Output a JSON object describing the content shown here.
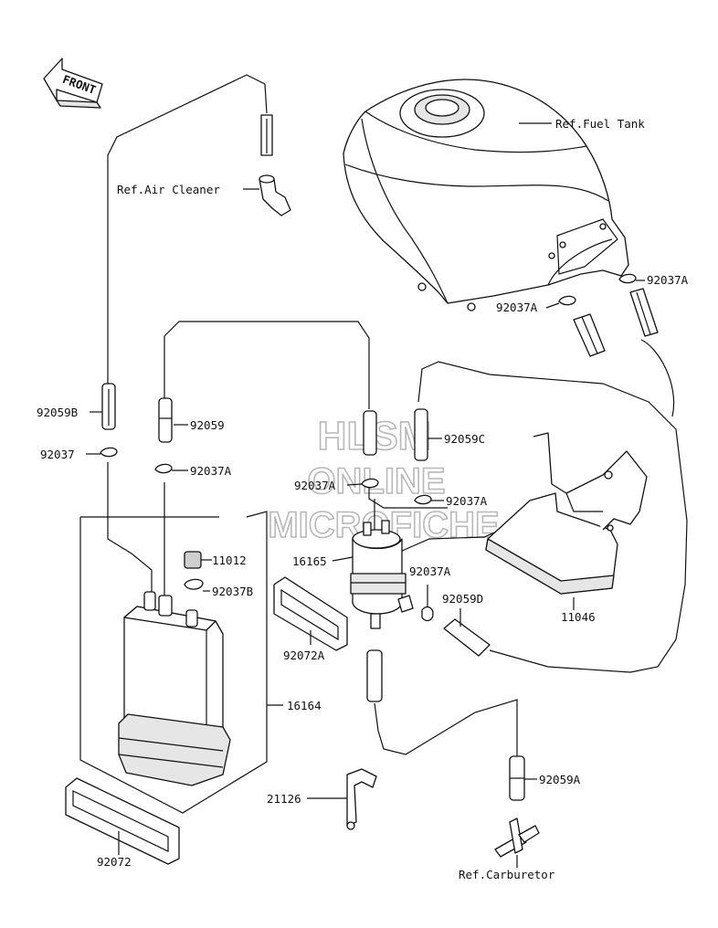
{
  "front_arrow": {
    "label": "FRONT"
  },
  "watermark": {
    "line1": "HLSM",
    "line2": "ONLINE",
    "line3": "MICROFICHE"
  },
  "labels": {
    "ref_fuel_tank": "Ref.Fuel Tank",
    "ref_air_cleaner": "Ref.Air Cleaner",
    "ref_carburetor": "Ref.Carburetor",
    "p92037A_tank_right": "92037A",
    "p92037A_tank_left": "92037A",
    "p92059B": "92059B",
    "p92059": "92059",
    "p92059C": "92059C",
    "p92037": "92037",
    "p92037A_left": "92037A",
    "p92037A_mid": "92037A",
    "p92037A_right": "92037A",
    "p11012": "11012",
    "p92037B": "92037B",
    "p16165": "16165",
    "p92037A_lower": "92037A",
    "p92059D": "92059D",
    "p11046": "11046",
    "p92072A": "92072A",
    "p16164": "16164",
    "p21126": "21126",
    "p92059A": "92059A",
    "p92072": "92072"
  }
}
